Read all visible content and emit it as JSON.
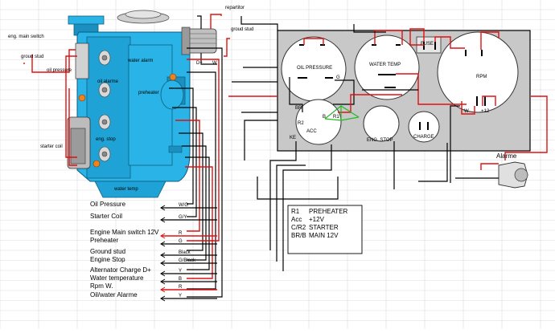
{
  "engine": {
    "labels": {
      "eng_main_switch": "eng. main switch",
      "ground_stud_left": "groud stud",
      "oil_pressure": "oil pressure",
      "oil_alarme": "oil alarme",
      "water_alarm": "water alarm",
      "preheater": "preheater",
      "eng_stop": "eng. stop",
      "starter_coil": "starter coil",
      "water_temp": "water temp"
    }
  },
  "alternator": {
    "repartitor": "repartitor",
    "ground_stud": "groud stud",
    "d_plus": "D+",
    "w": "W"
  },
  "panel": {
    "gauges": {
      "oil_pressure": "OIL PRESSURE",
      "water_temp": "WATER TEMP",
      "rpm": "RPM",
      "fuse": "FUSE"
    },
    "key_switch": {
      "br": "BR",
      "b": "B",
      "r1": "R1",
      "r2": "R2",
      "acc": "ACC",
      "ke": "KE"
    },
    "buttons": {
      "eng_stop": "ENG. STOP",
      "charge": "CHARGE"
    },
    "rpm_terminals": {
      "w": "W",
      "plus12": "+12"
    },
    "g_marker": "G"
  },
  "alarm": {
    "label": "Alarme"
  },
  "legend": {
    "rows": [
      {
        "code": "R1",
        "desc": "PREHEATER"
      },
      {
        "code": "Acc",
        "desc": "+12V"
      },
      {
        "code": "C/R2",
        "desc": "STARTER"
      },
      {
        "code": "BR/B",
        "desc": "MAIN 12V"
      }
    ]
  },
  "harness": [
    {
      "label": "Oil Pressure",
      "color": "W/G"
    },
    {
      "label": "Starter Coil",
      "color": "G/Y"
    },
    {
      "label": "Engine Main switch 12V",
      "color": "R"
    },
    {
      "label": "Preheater",
      "color": "G"
    },
    {
      "label": "Ground stud",
      "color": "Black"
    },
    {
      "label": "Engine Stop",
      "color": "G/Black"
    },
    {
      "label": "Alternator Charge D+",
      "color": "Y"
    },
    {
      "label": "Water temperature",
      "color": "B"
    },
    {
      "label": "Rpm W.",
      "color": "R"
    },
    {
      "label": "Oil/water Alarme",
      "color": "Y"
    }
  ],
  "colors": {
    "engine_blue": "#29b3e6",
    "engine_dark": "#1a8fc0",
    "wire_red": "#e01010",
    "wire_green": "#22bb22",
    "panel_gray": "#c8c8c8",
    "sensor_orange": "#f0821e"
  }
}
